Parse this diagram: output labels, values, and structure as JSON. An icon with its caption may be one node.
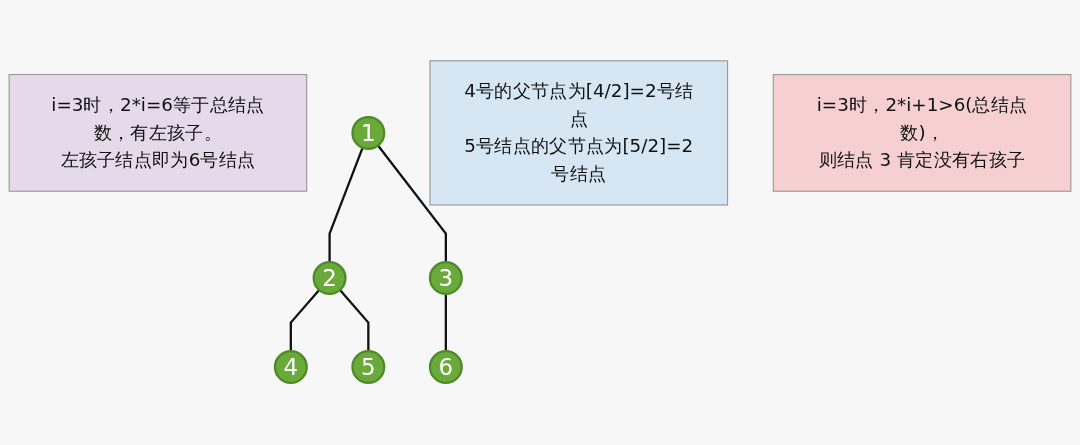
{
  "diagram": {
    "nodes": [
      {
        "text": [
          "i=3时，2*i=6等于总结点数，有左孩子。",
          "左孩子结点即为6号结点"
        ]
      },
      {
        "text": [
          "1"
        ]
      },
      {
        "text": [
          "4号的父节点为[4/2]=2号结点",
          "5号结点的父节点为[5/2]=2号结点"
        ]
      },
      {
        "text": [
          "2"
        ]
      },
      {
        "text": [
          "3"
        ]
      },
      {
        "text": [
          "4"
        ]
      },
      {
        "text": [
          "5"
        ]
      },
      {
        "text": [
          "6"
        ]
      },
      {
        "text": [
          "i=3时，2*i+1>6(总结点数)，",
          "则结点 3 肯定没有右孩子"
        ]
      }
    ],
    "edges": [
      {
        "from": 1,
        "to": 3,
        "arrow": "none"
      },
      {
        "from": 1,
        "to": 4,
        "arrow": "none"
      },
      {
        "from": 3,
        "to": 5,
        "arrow": "none"
      },
      {
        "from": 3,
        "to": 6,
        "arrow": "none"
      },
      {
        "from": 4,
        "to": 7,
        "arrow": "none"
      }
    ]
  }
}
